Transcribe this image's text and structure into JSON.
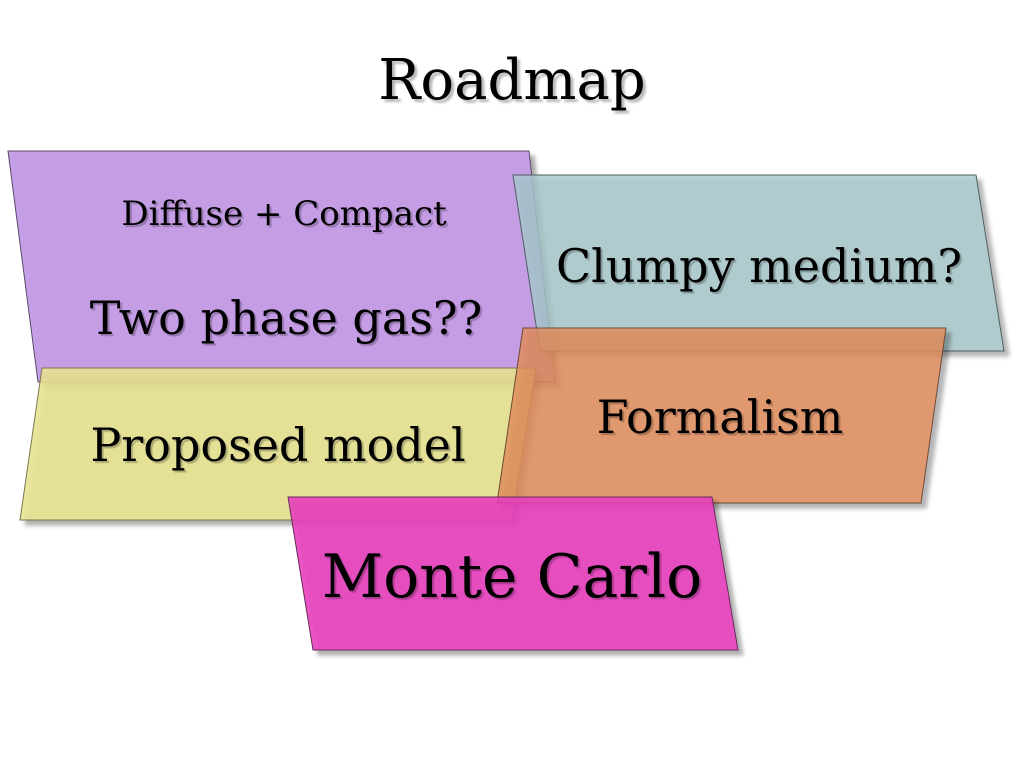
{
  "slide": {
    "title": "Roadmap"
  },
  "boxes": {
    "diffuse": {
      "line1": "Diffuse + Compact",
      "line2": "Two phase gas??",
      "color": "#c39be6"
    },
    "clumpy": {
      "label": "Clumpy medium?",
      "color": "#a8c8cc"
    },
    "formalism": {
      "label": "Formalism",
      "color": "#e08c5a"
    },
    "proposed": {
      "label": "Proposed model",
      "color": "#e6e38f"
    },
    "montecarlo": {
      "label": "Monte Carlo",
      "color": "#e83fbe"
    }
  }
}
